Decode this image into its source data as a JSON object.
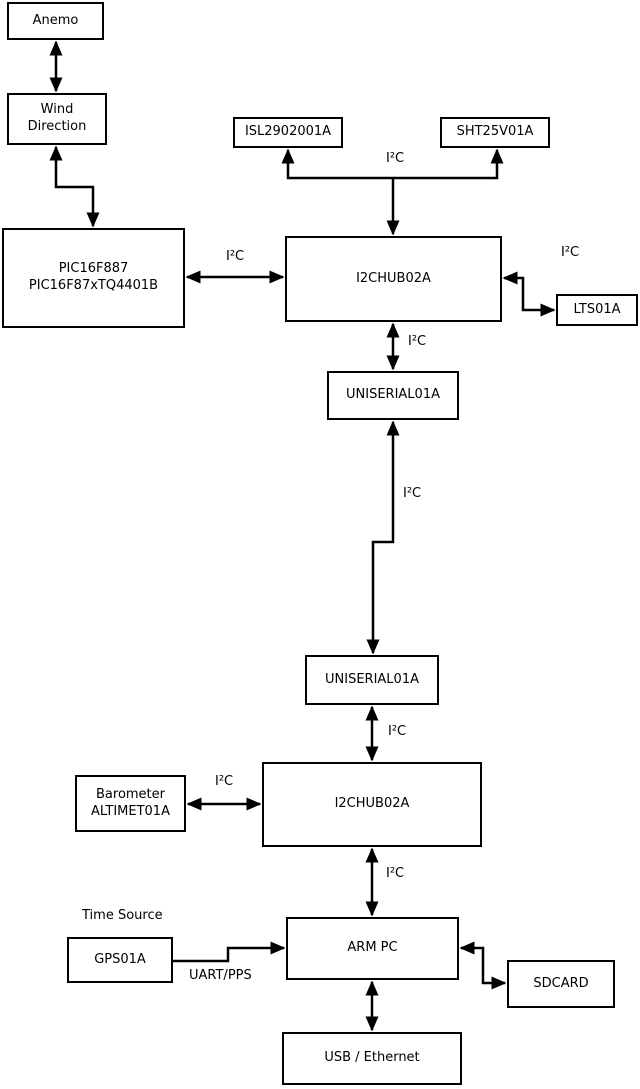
{
  "diagram": {
    "background": "#ffffff",
    "line_color": "#000000",
    "boxes": {
      "anemo": {
        "label": "Anemo"
      },
      "wind_direction": {
        "label": "Wind\nDirection"
      },
      "pic": {
        "label": "PIC16F887\nPIC16F87xTQ4401B"
      },
      "isl": {
        "label": "ISL2902001A"
      },
      "sht": {
        "label": "SHT25V01A"
      },
      "hub1": {
        "label": "I2CHUB02A"
      },
      "lts": {
        "label": "LTS01A"
      },
      "uniserial1": {
        "label": "UNISERIAL01A"
      },
      "uniserial2": {
        "label": "UNISERIAL01A"
      },
      "hub2": {
        "label": "I2CHUB02A"
      },
      "barometer": {
        "label": "Barometer\nALTIMET01A"
      },
      "gps": {
        "label": "GPS01A"
      },
      "armpc": {
        "label": "ARM PC"
      },
      "sdcard": {
        "label": "SDCARD"
      },
      "usb": {
        "label": "USB / Ethernet"
      }
    },
    "edge_labels": {
      "i2c_sensors": "I²C",
      "i2c_pic_hub1": "I²C",
      "i2c_hub1_lts": "I²C",
      "i2c_hub1_uniserial1": "I²C",
      "i2c_serial_link": "I²C",
      "i2c_uniserial2_hub2": "I²C",
      "i2c_barometer_hub2": "I²C",
      "i2c_hub2_armpc": "I²C",
      "time_source": "Time Source",
      "uart_pps": "UART/PPS"
    },
    "connections": [
      {
        "from": "Anemo",
        "to": "Wind Direction",
        "bidirectional": true,
        "label": ""
      },
      {
        "from": "Wind Direction",
        "to": "PIC16F887 PIC16F87xTQ4401B",
        "bidirectional": true,
        "label": ""
      },
      {
        "from": "PIC16F887 PIC16F87xTQ4401B",
        "to": "I2CHUB02A (upper)",
        "bidirectional": true,
        "label": "I²C"
      },
      {
        "from": "I2CHUB02A (upper)",
        "to": "ISL2902001A",
        "bidirectional": false,
        "label": "I²C"
      },
      {
        "from": "I2CHUB02A (upper)",
        "to": "SHT25V01A",
        "bidirectional": false,
        "label": "I²C"
      },
      {
        "from": "I2CHUB02A (upper)",
        "to": "LTS01A",
        "bidirectional": true,
        "label": "I²C"
      },
      {
        "from": "I2CHUB02A (upper)",
        "to": "UNISERIAL01A (upper)",
        "bidirectional": true,
        "label": "I²C"
      },
      {
        "from": "UNISERIAL01A (upper)",
        "to": "UNISERIAL01A (lower)",
        "bidirectional": true,
        "label": "I²C"
      },
      {
        "from": "UNISERIAL01A (lower)",
        "to": "I2CHUB02A (lower)",
        "bidirectional": true,
        "label": "I²C"
      },
      {
        "from": "Barometer ALTIMET01A",
        "to": "I2CHUB02A (lower)",
        "bidirectional": true,
        "label": "I²C"
      },
      {
        "from": "I2CHUB02A (lower)",
        "to": "ARM PC",
        "bidirectional": true,
        "label": "I²C"
      },
      {
        "from": "GPS01A",
        "to": "ARM PC",
        "bidirectional": false,
        "label": "UART/PPS"
      },
      {
        "from": "ARM PC",
        "to": "SDCARD",
        "bidirectional": true,
        "label": ""
      },
      {
        "from": "ARM PC",
        "to": "USB / Ethernet",
        "bidirectional": true,
        "label": ""
      }
    ]
  }
}
